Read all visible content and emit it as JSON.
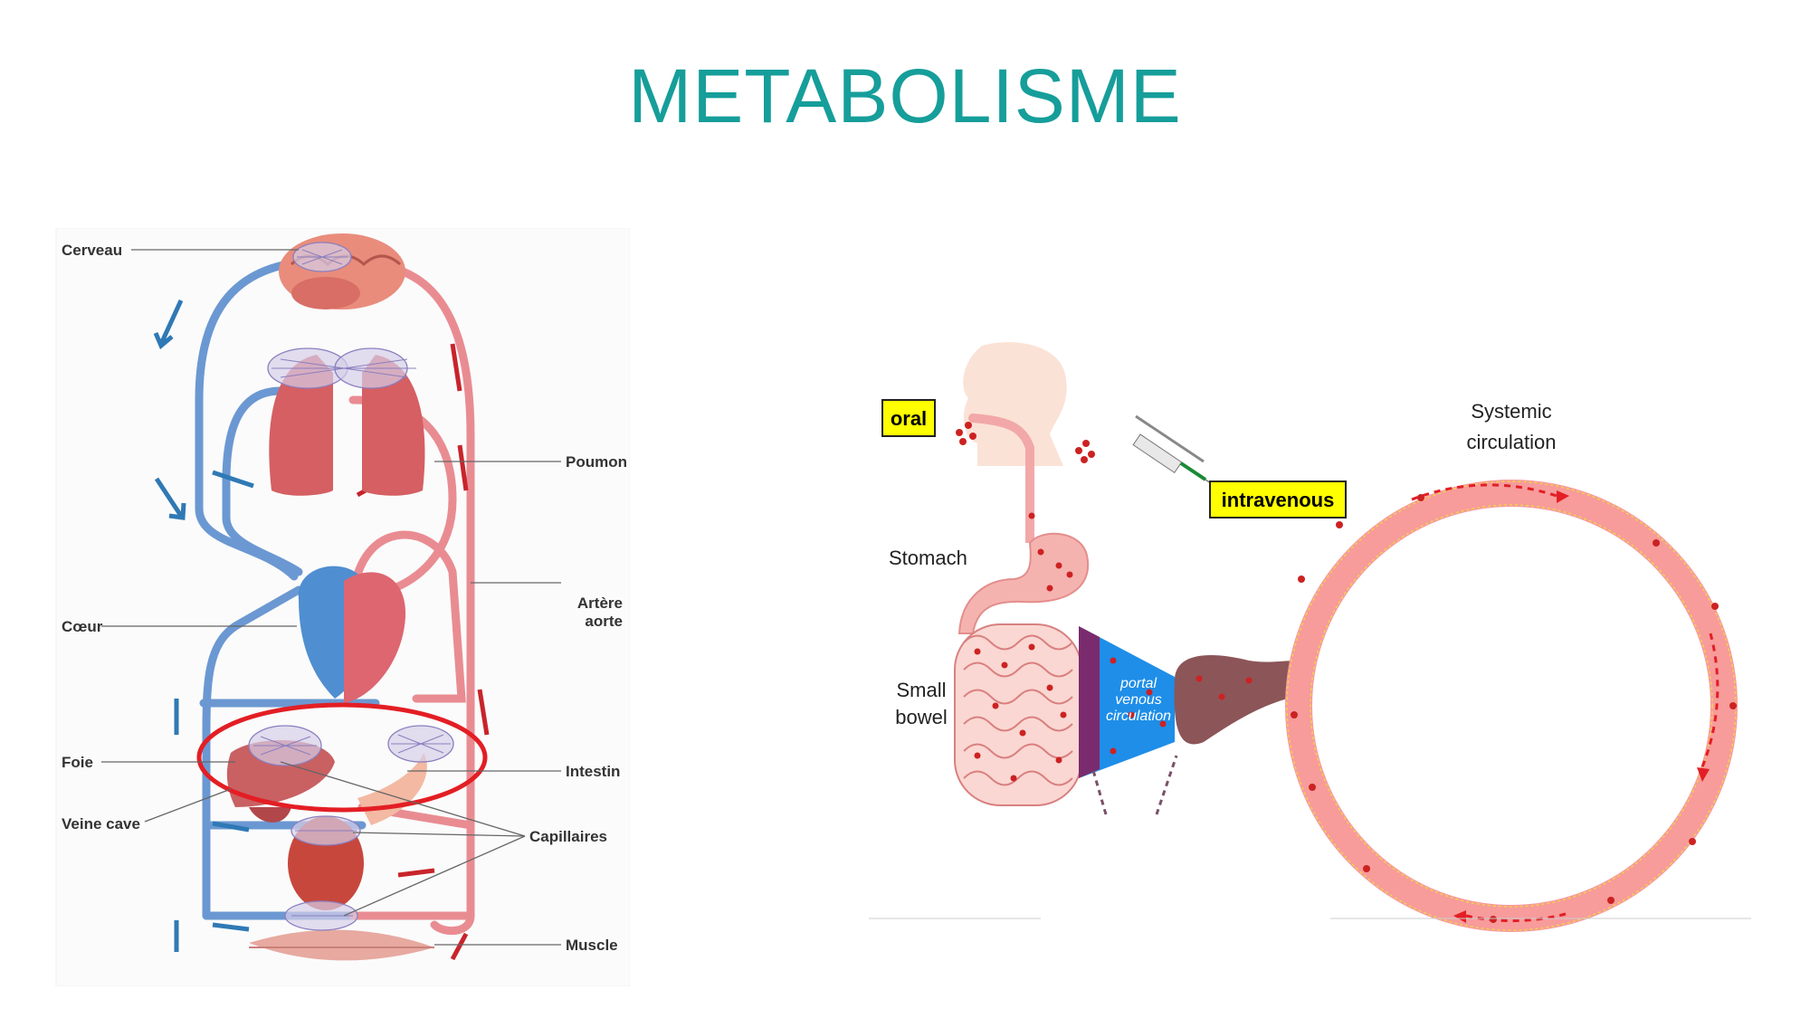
{
  "title": "METABOLISME",
  "left_diagram": {
    "labels": {
      "cerveau": "Cerveau",
      "poumon": "Poumon",
      "artere_1": "Artère",
      "artere_2": "aorte",
      "coeur": "Cœur",
      "foie": "Foie",
      "intestin": "Intestin",
      "veine_cave": "Veine cave",
      "capillaires": "Capillaires",
      "muscle": "Muscle"
    },
    "colors": {
      "vein": "#5f8fcf",
      "artery": "#e67a82",
      "highlight": "#e31e24"
    }
  },
  "right_diagram": {
    "labels": {
      "oral": "oral",
      "intravenous": "intravenous",
      "systemic_1": "Systemic",
      "systemic_2": "circulation",
      "stomach": "Stomach",
      "small_1": "Small",
      "small_2": "bowel",
      "portal_1": "portal",
      "portal_2": "venous",
      "portal_3": "circulation"
    },
    "colors": {
      "label_box": "#ffff00",
      "circulation_ring": "#f79b9b",
      "portal": "#1e8ee8",
      "liver": "#8c5558",
      "dots": "#cc2222"
    }
  }
}
